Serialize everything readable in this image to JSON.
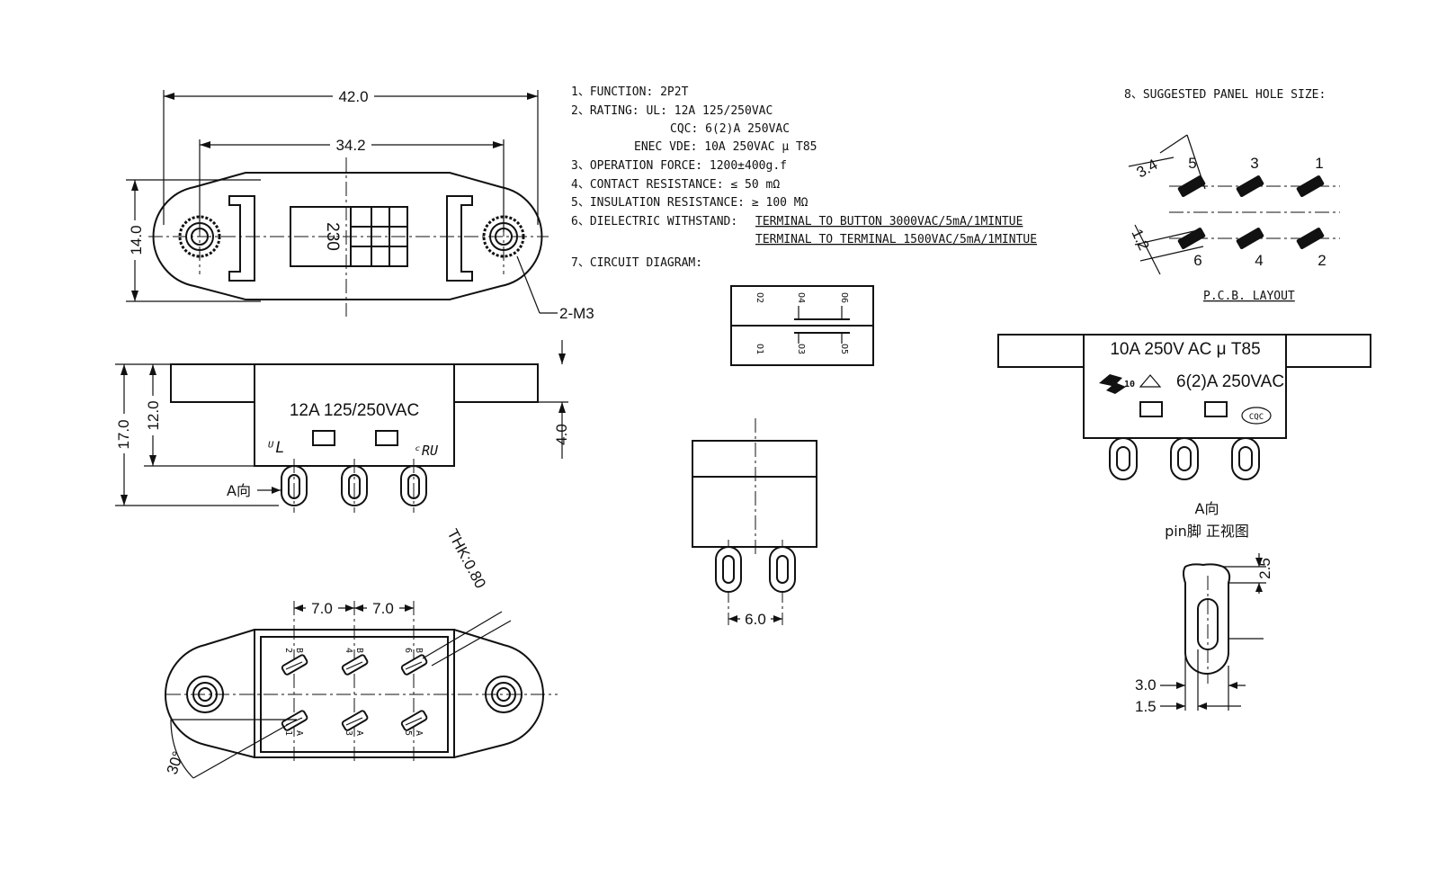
{
  "specs": {
    "function": "1、FUNCTION:   2P2T",
    "rating_ul": "2、RATING:      UL:  12A 125/250VAC",
    "rating_cqc": "CQC:  6(2)A 250VAC",
    "rating_enec": "ENEC VDE:  10A 250VAC  μ T85",
    "operation_force": "3、OPERATION FORCE:  1200±400g.f",
    "contact_resistance": "4、CONTACT RESISTANCE: ≤ 50 mΩ",
    "insulation_resistance": "5、INSULATION RESISTANCE: ≥ 100 MΩ",
    "dielectric_label": "6、DIELECTRIC WITHSTAND:",
    "dielectric_1": "TERMINAL TO BUTTON 3000VAC/5mA/1MINTUE",
    "dielectric_2": "TERMINAL TO TERMINAL 1500VAC/5mA/1MINTUE",
    "circuit_label": "7、CIRCUIT DIAGRAM:",
    "panel_hole": "8、SUGGESTED PANEL HOLE SIZE:",
    "pcb_layout": "P.C.B. LAYOUT"
  },
  "top_view": {
    "dim_overall": "42.0",
    "dim_holes": "34.2",
    "dim_height": "14.0",
    "switch_label": "230",
    "screw": "2-M3"
  },
  "front_view": {
    "rating": "12A 125/250VAC",
    "dim_17": "17.0",
    "dim_12": "12.0",
    "dim_4": "4.0",
    "direction": "A向"
  },
  "bottom_view": {
    "pitch_1": "7.0",
    "pitch_2": "7.0",
    "thickness": "THK:0.80",
    "angle": "30°",
    "pins_top": [
      "2",
      "4",
      "6"
    ],
    "pins_bottom": [
      "1",
      "3",
      "5"
    ],
    "row_top": "B",
    "row_bottom": "A"
  },
  "circuit": {
    "top": [
      "O2",
      "O4",
      "O6"
    ],
    "bottom": [
      "O1",
      "O3",
      "O5"
    ]
  },
  "side_view": {
    "dim": "6.0"
  },
  "pcb": {
    "dim_a": "3.4",
    "dim_b": "1.2",
    "top": [
      "5",
      "3",
      "1"
    ],
    "bottom": [
      "6",
      "4",
      "2"
    ]
  },
  "right_view": {
    "rating": "10A 250V AC μ T85",
    "cqc_rating": "6(2)A 250VAC",
    "cqc_badge": "CQC",
    "enec_mark": "10"
  },
  "pin_view": {
    "direction": "A向",
    "caption": "pin脚  正视图",
    "dim_h": "2.5",
    "dim_w": "3.0",
    "dim_t": "1.5"
  }
}
